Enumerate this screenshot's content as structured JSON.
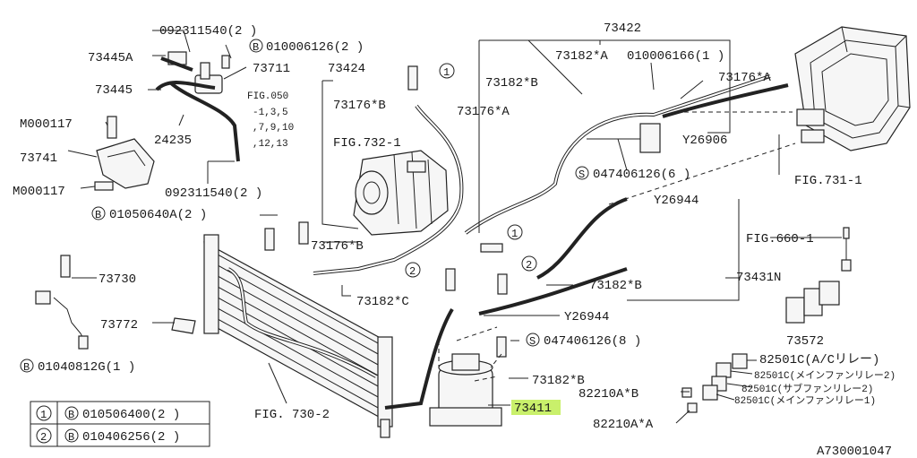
{
  "labels": {
    "l092311540_top": "092311540(2 )",
    "l010006126": "010006126(2 )",
    "l73445A": "73445A",
    "l73711": "73711",
    "l73445": "73445",
    "l73424": "73424",
    "fig050_a": "FIG.050",
    "fig050_b": "-1,3,5",
    "fig050_c": ",7,9,10",
    "fig050_d": ",12,13",
    "lM000117_top": "M000117",
    "l24235": "24235",
    "l73741": "73741",
    "lM000117_bot": "M000117",
    "l092311540_bot": "092311540(2 )",
    "l73176B_top": "73176*B",
    "fig732": "FIG.732-1",
    "l73422": "73422",
    "l73182A": "73182*A",
    "l010006166": "010006166(1 )",
    "l73176A_right": "73176*A",
    "l73182B_top": "73182*B",
    "l73176A_mid": "73176*A",
    "lY26906": "Y26906",
    "l047406126_6": "047406126(6 )",
    "fig731": "FIG.731-1",
    "l01050640A": "01050640A(2 )",
    "lY26944_top": "Y26944",
    "l73176B_mid": "73176*B",
    "fig660": "FIG.660-1",
    "l73730": "73730",
    "l73182B_mid": "73182*B",
    "l73431N": "73431N",
    "l73182C": "73182*C",
    "lY26944_mid": "Y26944",
    "l73772": "73772",
    "l73572": "73572",
    "l047406126_8": "047406126(8 )",
    "l82501C_1": "82501C(A/Cリレー)",
    "l82501C_2": "82501C(メインファンリレー2)",
    "l01040812G": "01040812G(1 )",
    "l73182B_bot": "73182*B",
    "l82501C_3": "82501C(サブファンリレー2)",
    "l82210AB": "82210A*B",
    "l82501C_4": "82501C(メインファンリレー1)",
    "fig730": "FIG. 730-2",
    "l73411": "73411",
    "l82210AA": "82210A*A",
    "drawing_no": "A730001047"
  },
  "markers": {
    "B": "B",
    "S": "S",
    "one": "1",
    "two": "2"
  },
  "legend": [
    {
      "num": "1",
      "mark": "B",
      "part": "010506400(2 )"
    },
    {
      "num": "2",
      "mark": "B",
      "part": "010406256(2 )"
    }
  ],
  "highlight_color": "#c9f06b"
}
